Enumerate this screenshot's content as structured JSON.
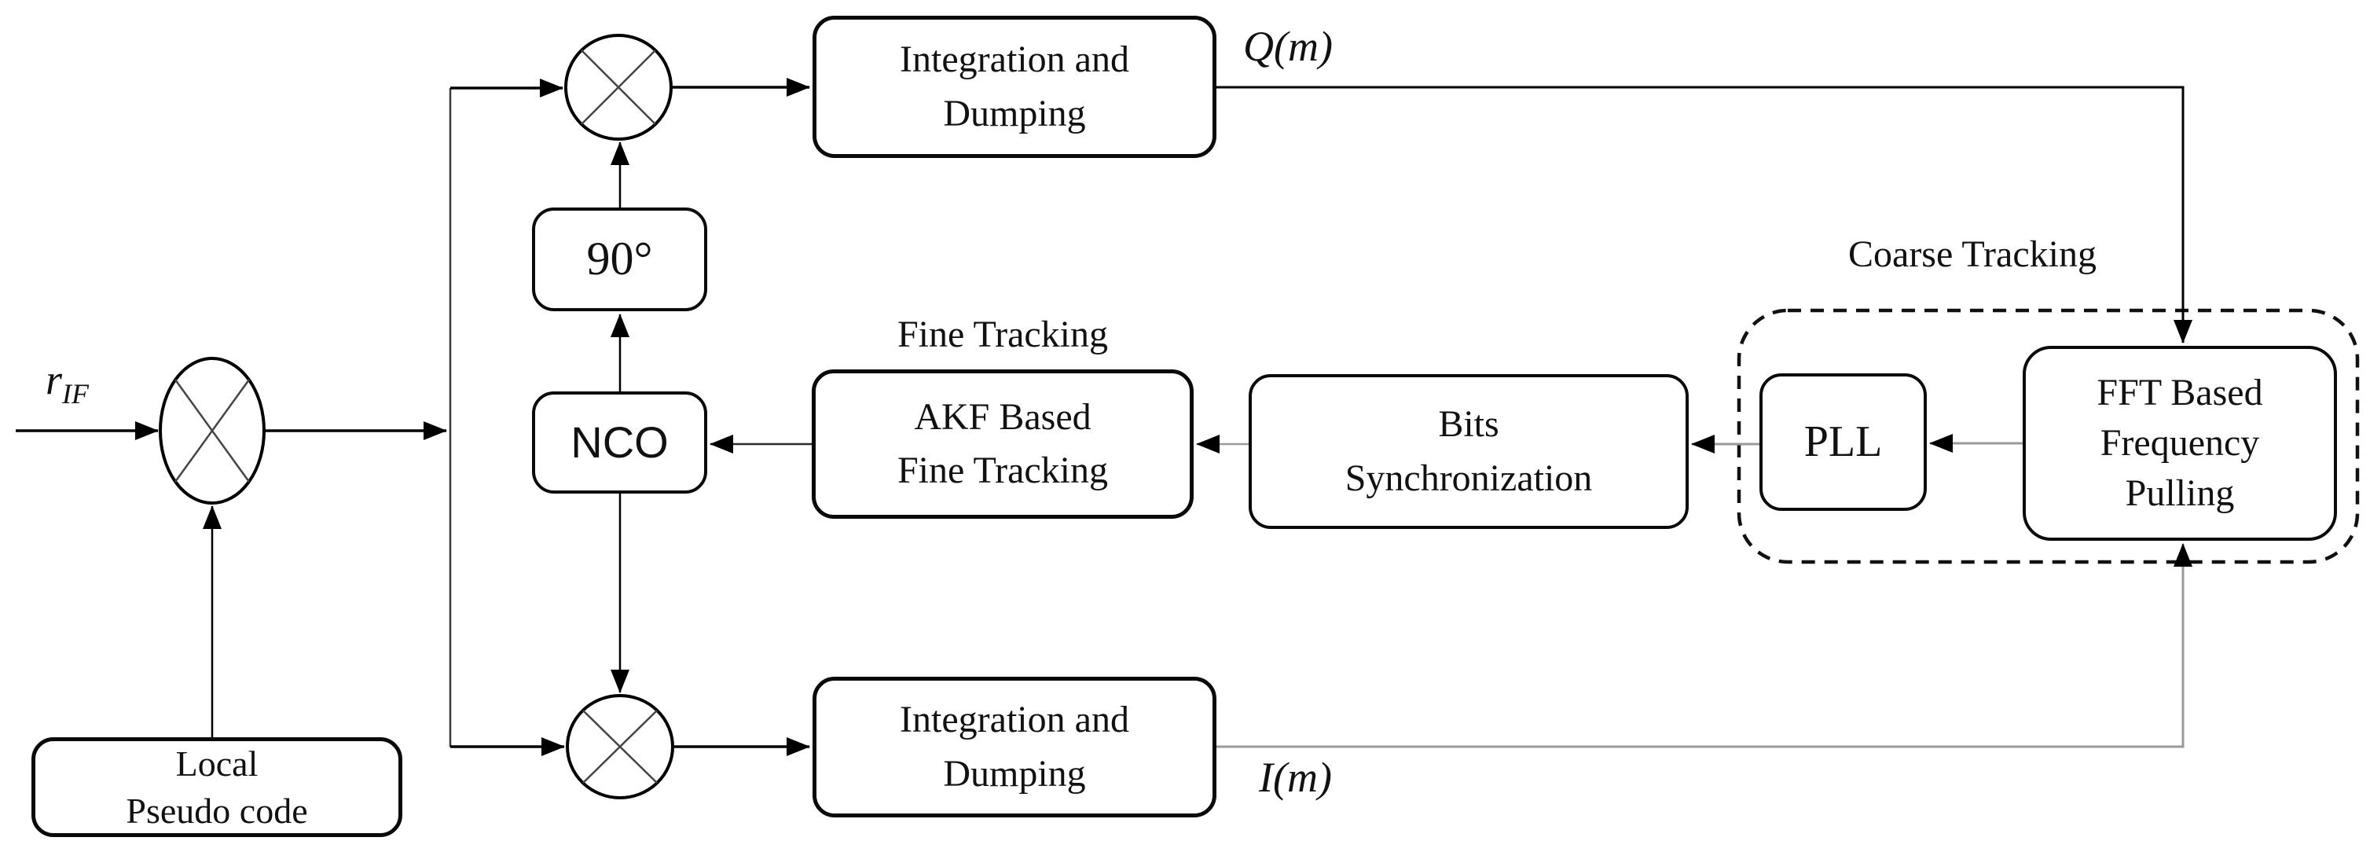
{
  "colors": {
    "background": "#ffffff",
    "stroke": "#000000",
    "feedback_stroke": "#9a9a9a"
  },
  "signals": {
    "input_base": "r",
    "input_sub": "IF",
    "q_output": "Q(m)",
    "i_output": "I(m)"
  },
  "section_labels": {
    "fine_tracking": "Fine Tracking",
    "coarse_tracking": "Coarse Tracking"
  },
  "blocks": {
    "local_pseudo_code": {
      "line1": "Local",
      "line2": "Pseudo code"
    },
    "phase_shift": {
      "label": "90°"
    },
    "nco": {
      "label": "NCO"
    },
    "integration_top": {
      "line1": "Integration and",
      "line2": "Dumping"
    },
    "integration_bottom": {
      "line1": "Integration and",
      "line2": "Dumping"
    },
    "akf_fine_tracking": {
      "line1": "AKF Based",
      "line2": "Fine Tracking"
    },
    "bits_synchronization": {
      "line1": "Bits",
      "line2": "Synchronization"
    },
    "pll": {
      "label": "PLL"
    },
    "fft_frequency_pulling": {
      "line1": "FFT Based",
      "line2": "Frequency",
      "line3": "Pulling"
    }
  },
  "icons": {
    "multiplier": "circle-with-x-mixer"
  },
  "connections": [
    {
      "from": "r_IF input",
      "to": "input multiplier"
    },
    {
      "from": "Local Pseudo code",
      "to": "input multiplier"
    },
    {
      "from": "input multiplier",
      "to": "Q multiplier"
    },
    {
      "from": "input multiplier",
      "to": "I multiplier"
    },
    {
      "from": "NCO",
      "to": "90° phase shift"
    },
    {
      "from": "90° phase shift",
      "to": "Q multiplier"
    },
    {
      "from": "NCO",
      "to": "I multiplier"
    },
    {
      "from": "Q multiplier",
      "to": "Integration and Dumping (top)"
    },
    {
      "from": "Integration and Dumping (top)",
      "to": "FFT Based Frequency Pulling",
      "label": "Q(m)"
    },
    {
      "from": "I multiplier",
      "to": "Integration and Dumping (bottom)"
    },
    {
      "from": "Integration and Dumping (bottom)",
      "to": "FFT Based Frequency Pulling",
      "label": "I(m)"
    },
    {
      "from": "FFT Based Frequency Pulling",
      "to": "PLL"
    },
    {
      "from": "PLL",
      "to": "Bits Synchronization"
    },
    {
      "from": "Bits Synchronization",
      "to": "AKF Based Fine Tracking"
    },
    {
      "from": "AKF Based Fine Tracking",
      "to": "NCO"
    }
  ]
}
